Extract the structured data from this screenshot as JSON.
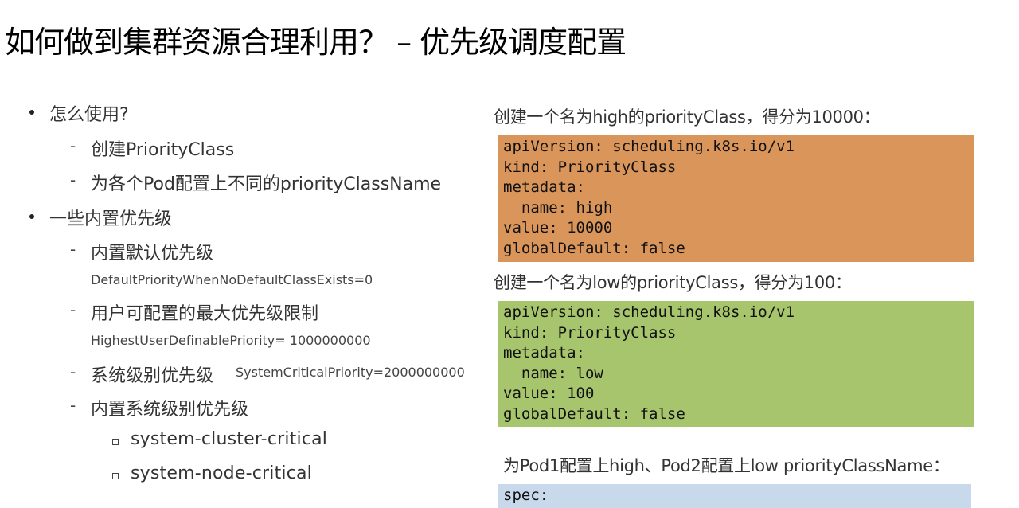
{
  "slide": {
    "title": "如何做到集群资源合理利用？ – 优先级调度配置"
  },
  "left": {
    "sections": [
      {
        "label": "怎么使用?",
        "items": [
          {
            "label": "创建PriorityClass"
          },
          {
            "label": "为各个Pod配置上不同的priorityClassName"
          }
        ]
      },
      {
        "label": "一些内置优先级",
        "items": [
          {
            "label": "内置默认优先级",
            "detail": "DefaultPriorityWhenNoDefaultClassExists=0"
          },
          {
            "label": "用户可配置的最大优先级限制",
            "detail": "HighestUserDefinablePriority= 1000000000"
          },
          {
            "label": "系统级别优先级",
            "inline_detail": "SystemCriticalPriority=2000000000"
          },
          {
            "label": "内置系统级别优先级",
            "subitems": [
              "system-cluster-critical",
              "system-node-critical"
            ]
          }
        ]
      }
    ]
  },
  "right": {
    "blocks": [
      {
        "caption": "创建一个名为high的priorityClass，得分为10000：",
        "color": "#d9955a",
        "code": "apiVersion: scheduling.k8s.io/v1\nkind: PriorityClass\nmetadata:\n  name: high\nvalue: 10000\nglobalDefault: false"
      },
      {
        "caption": "创建一个名为low的priorityClass，得分为100：",
        "color": "#a7c56c",
        "code": "apiVersion: scheduling.k8s.io/v1\nkind: PriorityClass\nmetadata:\n  name: low\nvalue: 100\nglobalDefault: false"
      },
      {
        "caption": "为Pod1配置上high、Pod2配置上low priorityClassName：",
        "color": "#c9d9ec",
        "code": "spec:"
      }
    ]
  }
}
